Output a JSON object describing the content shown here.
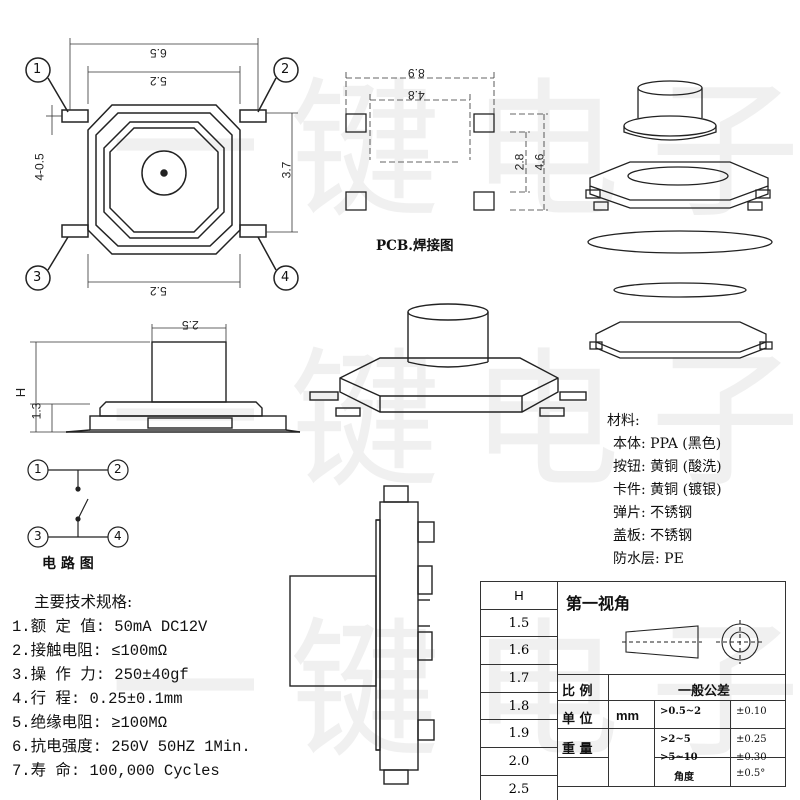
{
  "watermark": "一键电子",
  "top_dims": {
    "overall_width": "6.5",
    "body_width": "5.2",
    "body_width_bottom": "5.2",
    "height_right": "3.7",
    "height_left": "4-0.5",
    "pin_labels": [
      "1",
      "2",
      "3",
      "4"
    ]
  },
  "pcb": {
    "title": "PCB.焊接图",
    "outer": "8.9",
    "inner": "4.8",
    "v_inner": "2.8",
    "v_outer": "4.6"
  },
  "side_dims": {
    "stem": "2.5",
    "height_label": "H",
    "base_height": "1.3"
  },
  "circuit": {
    "label": "电 路 图",
    "pins": [
      "1",
      "2",
      "3",
      "4"
    ]
  },
  "specs": {
    "title": "主要技术规格:",
    "items": [
      "1.额 定 值: 50mA DC12V",
      "2.接触电阻: ≤100mΩ",
      "3.操 作 力: 250±40gf",
      "4.行    程: 0.25±0.1mm",
      "5.绝缘电阻: ≥100MΩ",
      "6.抗电强度: 250V 50HZ 1Min.",
      "7.寿    命: 100,000 Cycles"
    ]
  },
  "materials": {
    "title": "材料:",
    "items": [
      "本体: PPA  (黑色)",
      "按钮: 黄铜  (酸洗)",
      "卡件: 黄铜  (镀银)",
      "弹片: 不锈钢",
      "盖板: 不锈钢",
      "防水层: PE"
    ]
  },
  "h_table": {
    "header": "H",
    "values": [
      "1.5",
      "1.6",
      "1.7",
      "1.8",
      "1.9",
      "2.0",
      "2.5"
    ]
  },
  "tolerance": {
    "view_label": "第一视角",
    "scale_label": "比 例",
    "unit_label": "单 位",
    "unit_value": "mm",
    "weight_label": "重 量",
    "general_tol": "一般公差",
    "rows": [
      {
        "range": ">0.5~2",
        "tol": "±0.10"
      },
      {
        "range": ">2~5",
        "tol": "±0.25"
      },
      {
        "range": ">5~10",
        "tol": "±0.30"
      },
      {
        "range": "角度",
        "tol": "±0.5°"
      }
    ]
  }
}
